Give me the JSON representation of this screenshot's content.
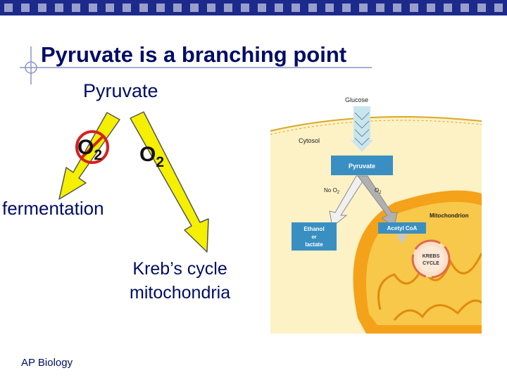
{
  "slide": {
    "title": "Pyruvate is a branching point",
    "pyruvate_label": "Pyruvate",
    "o2_left": {
      "base": "O",
      "sub": "2"
    },
    "o2_right": {
      "base": "O",
      "sub": "2"
    },
    "left_branch_label": "fermentation",
    "right_branch_line1": "Kreb’s cycle",
    "right_branch_line2": "mitochondria",
    "footer": "AP Biology"
  },
  "diagram": {
    "glucose": "Glucose",
    "cytosol": "Cytosol",
    "pyruvate": "Pyruvate",
    "no_o2": "No O",
    "no_o2_sub": "2",
    "o2": "O",
    "o2_sub": "2",
    "mitochondrion": "Mitochondrion",
    "ethanol_line1": "Ethanol",
    "ethanol_line2": "or",
    "ethanol_line3": "lactate",
    "acetyl_coa": "Acetyl CoA",
    "krebs_line1": "KREBS",
    "krebs_line2": "CYCLE"
  },
  "colors": {
    "topbar": "#1c2a8c",
    "title": "#000d66",
    "arrow_fill": "#f5f000",
    "prohibit": "#d4221f",
    "pyruvate_box": "#3a8fc2",
    "mito_outer": "#f4a21a",
    "mito_inner": "#f7c84a",
    "cytosol": "#fdf1c6"
  }
}
